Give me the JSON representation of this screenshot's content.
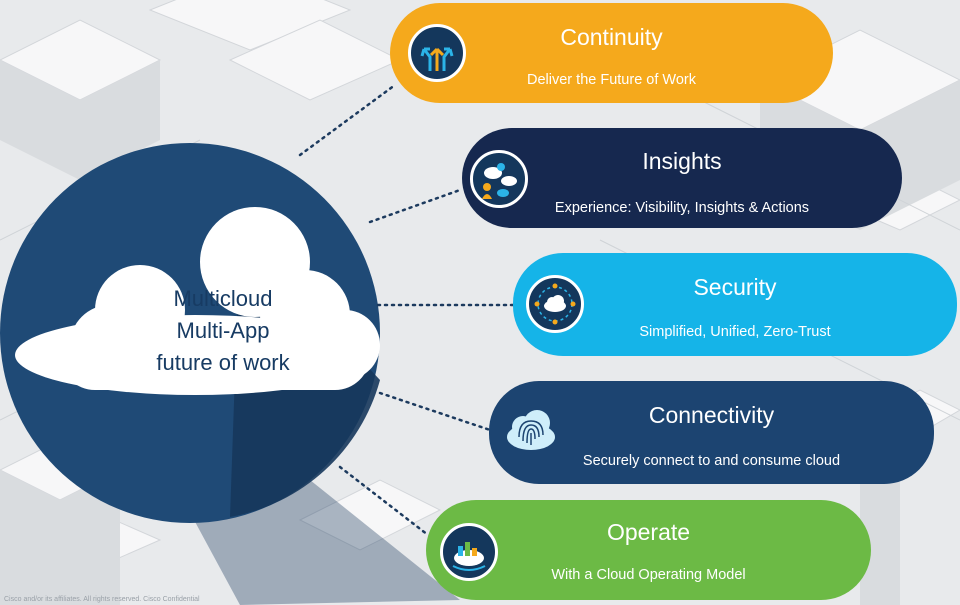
{
  "center": {
    "lines": [
      "Multicloud",
      "Multi-App",
      "future of work"
    ]
  },
  "pillars": [
    {
      "title": "Continuity",
      "subtitle": "Deliver the Future of Work",
      "color": "#f5a91c",
      "icon": "arrows-diverge-icon"
    },
    {
      "title": "Insights",
      "subtitle": "Experience: Visibility, Insights & Actions",
      "color": "#16284f",
      "icon": "person-cloud-gear-icon"
    },
    {
      "title": "Security",
      "subtitle": "Simplified, Unified, Zero-Trust",
      "color": "#15b4e8",
      "icon": "cloud-shield-icon"
    },
    {
      "title": "Connectivity",
      "subtitle": "Securely connect to and consume cloud",
      "color": "#1c4471",
      "icon": "fingerprint-cloud-icon"
    },
    {
      "title": "Operate",
      "subtitle": "With a Cloud Operating Model",
      "color": "#6cba45",
      "icon": "cloud-operations-icon"
    }
  ],
  "footer": "Cisco and/or its affiliates. All rights reserved.   Cisco Confidential"
}
